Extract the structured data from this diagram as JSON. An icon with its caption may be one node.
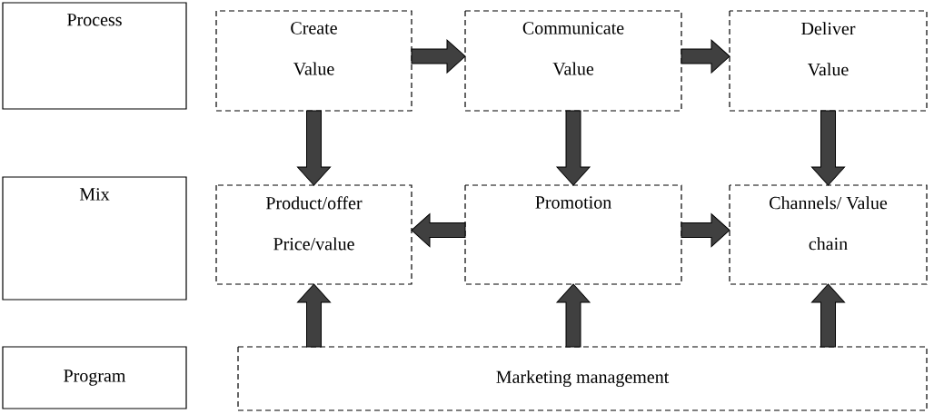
{
  "diagram": {
    "nodes": [
      {
        "text": [
          "Process"
        ]
      },
      {
        "text": [
          "Create Value"
        ]
      },
      {
        "text": [
          "Communicate Value"
        ]
      },
      {
        "text": [
          "Deliver Value"
        ]
      },
      {
        "text": [
          "Mix"
        ]
      },
      {
        "text": [
          "Product/offer Price/value"
        ]
      },
      {
        "text": [
          "Promotion"
        ]
      },
      {
        "text": [
          "Channels/ Value chain"
        ]
      },
      {
        "text": [
          "Program"
        ]
      },
      {
        "text": [
          "Marketing management"
        ]
      }
    ],
    "edges": [
      {
        "from": 1,
        "to": 2,
        "arrow": "to"
      },
      {
        "from": 2,
        "to": 3,
        "arrow": "to"
      },
      {
        "from": 1,
        "to": 5,
        "arrow": "to"
      },
      {
        "from": 2,
        "to": 6,
        "arrow": "to"
      },
      {
        "from": 3,
        "to": 7,
        "arrow": "to"
      },
      {
        "from": 6,
        "to": 5,
        "arrow": "to"
      },
      {
        "from": 6,
        "to": 7,
        "arrow": "to"
      },
      {
        "from": 9,
        "to": 5,
        "arrow": "to"
      },
      {
        "from": 9,
        "to": 6,
        "arrow": "to"
      },
      {
        "from": 9,
        "to": 7,
        "arrow": "to"
      }
    ]
  }
}
